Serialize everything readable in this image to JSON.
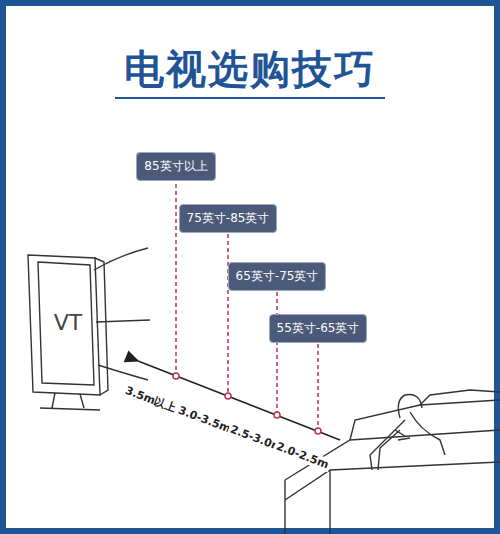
{
  "diagram": {
    "title": "电视选购技巧",
    "nodes": [
      {
        "text": [
          "85英寸以上"
        ]
      },
      {
        "text": [
          "75英寸-85英寸"
        ]
      },
      {
        "text": [
          "65英寸-75英寸"
        ]
      },
      {
        "text": [
          "55英寸-65英寸"
        ]
      }
    ],
    "labels": [
      "VT",
      "3.5m以上",
      "3.0-3.5m",
      "2.5-3.0m",
      "2.0-2.5m"
    ]
  }
}
